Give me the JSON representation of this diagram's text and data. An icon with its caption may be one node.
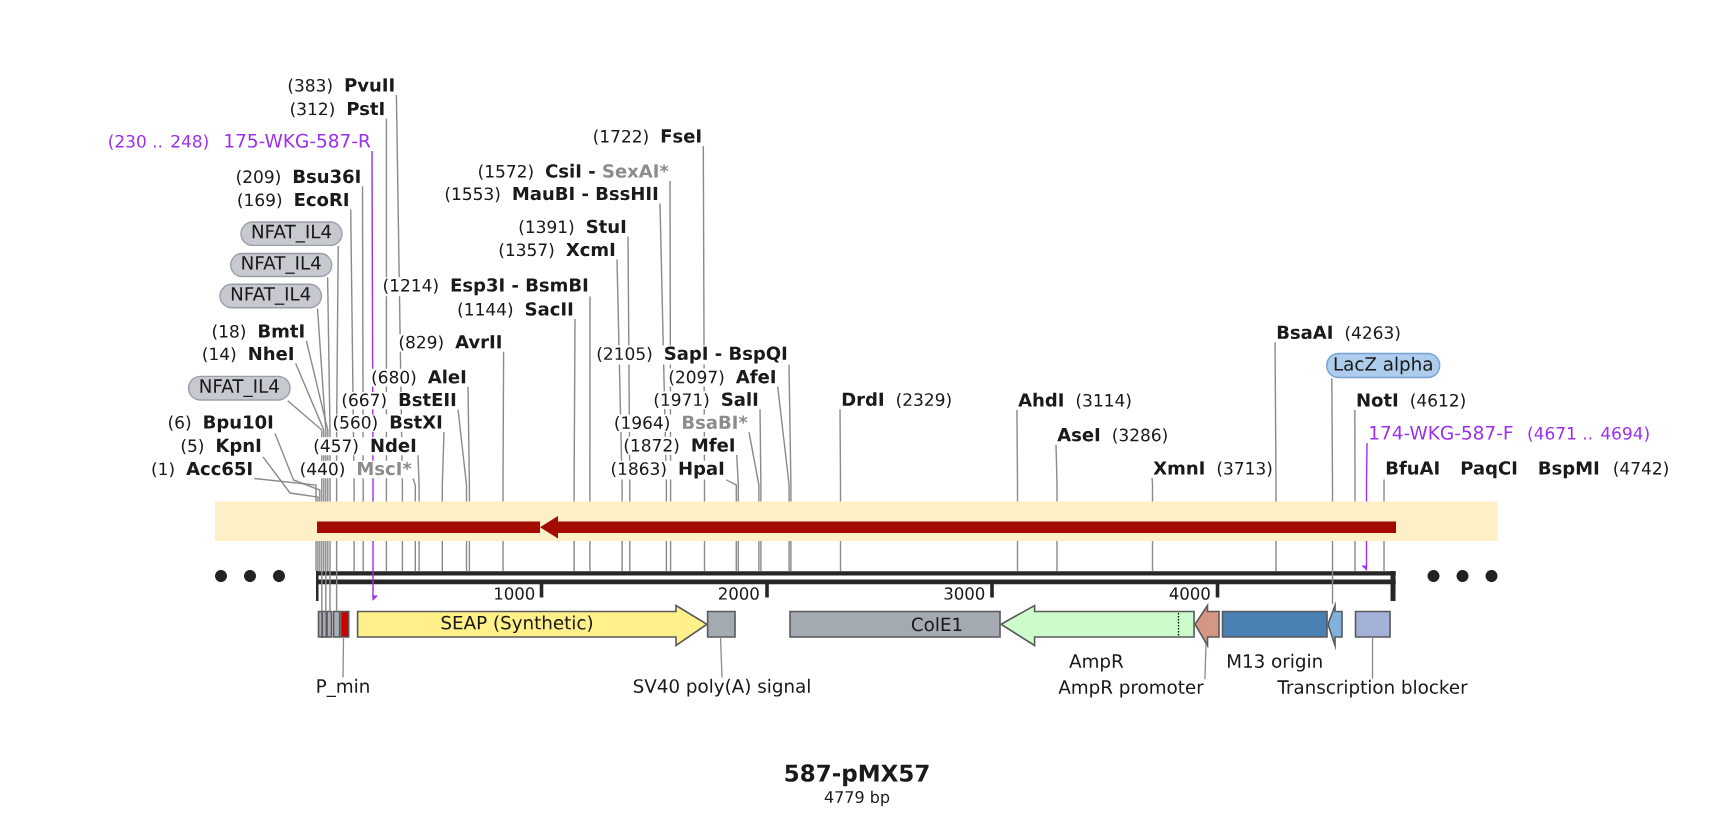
{
  "diagram": {
    "title": "587-pMX57",
    "nodes": [
      {
        "text": [
          "(383)",
          "PvuII"
        ]
      },
      {
        "text": [
          "(312)",
          "PstI"
        ]
      },
      {
        "text": [
          "(1722)",
          "FseI"
        ]
      },
      {
        "text": [
          "(230 .. 248)",
          "175-WKG-587-R"
        ]
      },
      {
        "text": [
          "(1572)",
          "CsiI",
          "-",
          "SexAI*"
        ]
      },
      {
        "text": [
          "(209)",
          "Bsu36I"
        ]
      },
      {
        "text": [
          "(1553)",
          "MauBI - BssHII"
        ]
      },
      {
        "text": [
          "(169)",
          "EcoRI"
        ]
      },
      {
        "text": [
          "(1391)",
          "StuI"
        ]
      },
      {
        "text": [
          "NFAT_IL4"
        ]
      },
      {
        "text": [
          "(1357)",
          "XcmI"
        ]
      },
      {
        "text": [
          "NFAT_IL4"
        ]
      },
      {
        "text": [
          "(1214)",
          "Esp3I - BsmBI"
        ]
      },
      {
        "text": [
          "NFAT_IL4"
        ]
      },
      {
        "text": [
          "(1144)",
          "SacII"
        ]
      },
      {
        "text": [
          "BsaAI",
          "(4263)"
        ]
      },
      {
        "text": [
          "(18)",
          "BmtI"
        ]
      },
      {
        "text": [
          "(829)",
          "AvrII"
        ]
      },
      {
        "text": [
          "(14)",
          "NheI"
        ]
      },
      {
        "text": [
          "(2105)",
          "SapI - BspQI"
        ]
      },
      {
        "text": [
          "LacZ alpha"
        ]
      },
      {
        "text": [
          "(680)",
          "AleI"
        ]
      },
      {
        "text": [
          "(2097)",
          "AfeI"
        ]
      },
      {
        "text": [
          "NFAT_IL4"
        ]
      },
      {
        "text": [
          "(667)",
          "BstEII"
        ]
      },
      {
        "text": [
          "(1971)",
          "SalI"
        ]
      },
      {
        "text": [
          "DrdI",
          "(2329)"
        ]
      },
      {
        "text": [
          "AhdI",
          "(3114)"
        ]
      },
      {
        "text": [
          "NotI",
          "(4612)"
        ]
      },
      {
        "text": [
          "(6)",
          "Bpu10I"
        ]
      },
      {
        "text": [
          "(560)",
          "BstXI"
        ]
      },
      {
        "text": [
          "(1964)",
          "BsaBI*"
        ]
      },
      {
        "text": [
          "AseI",
          "(3286)"
        ]
      },
      {
        "text": [
          "174-WKG-587-F",
          "(4671 .. 4694)"
        ]
      },
      {
        "text": [
          "(5)",
          "KpnI"
        ]
      },
      {
        "text": [
          "(457)",
          "NdeI"
        ]
      },
      {
        "text": [
          "(1872)",
          "MfeI"
        ]
      },
      {
        "text": [
          "(1)",
          "Acc65I"
        ]
      },
      {
        "text": [
          "(440)",
          "MscI*"
        ]
      },
      {
        "text": [
          "(1863)",
          "HpaI"
        ]
      },
      {
        "text": [
          "XmnI",
          "(3713)"
        ]
      },
      {
        "text": [
          "BfuAI",
          "PaqCI",
          "BspMI",
          "(4742)"
        ]
      },
      {
        "text": [],
        "shape": "bar"
      },
      {
        "text": [],
        "shape": "box"
      },
      {
        "text": [],
        "shape": "box"
      },
      {
        "text": [],
        "shape": "box"
      },
      {
        "text": [],
        "shape": "box"
      },
      {
        "text": [],
        "shape": "box"
      },
      {
        "text": [
          "SEAP (Synthetic)"
        ]
      },
      {
        "text": [],
        "shape": "box"
      },
      {
        "text": [
          "ColE1"
        ]
      },
      {
        "text": [
          "AmpR"
        ]
      },
      {
        "text": [],
        "shape": "arrow"
      },
      {
        "text": [
          "M13 origin"
        ]
      },
      {
        "text": [],
        "shape": "arrow"
      },
      {
        "text": [],
        "shape": "box"
      },
      {
        "text": [
          "P_min"
        ]
      },
      {
        "text": [
          "SV40 poly(A) signal"
        ]
      },
      {
        "text": [
          "AmpR promoter"
        ]
      },
      {
        "text": [
          "Transcription blocker"
        ]
      }
    ],
    "edges": [
      {
        "from": 0,
        "to": 42,
        "arrow": "none"
      },
      {
        "from": 1,
        "to": 42,
        "arrow": "none"
      },
      {
        "from": 2,
        "to": 42,
        "arrow": "none"
      },
      {
        "from": 3,
        "to": 42,
        "arrow": "to",
        "color": "#9b30f0"
      },
      {
        "from": 4,
        "to": 42,
        "arrow": "none"
      },
      {
        "from": 5,
        "to": 42,
        "arrow": "none"
      },
      {
        "from": 6,
        "to": 42,
        "arrow": "none"
      },
      {
        "from": 7,
        "to": 42,
        "arrow": "none"
      },
      {
        "from": 8,
        "to": 42,
        "arrow": "none"
      },
      {
        "from": 9,
        "to": 46,
        "arrow": "none"
      },
      {
        "from": 10,
        "to": 42,
        "arrow": "none"
      },
      {
        "from": 11,
        "to": 45,
        "arrow": "none"
      },
      {
        "from": 12,
        "to": 42,
        "arrow": "none"
      },
      {
        "from": 13,
        "to": 44,
        "arrow": "none"
      },
      {
        "from": 14,
        "to": 42,
        "arrow": "none"
      },
      {
        "from": 15,
        "to": 42,
        "arrow": "none"
      },
      {
        "from": 16,
        "to": 42,
        "arrow": "none"
      },
      {
        "from": 17,
        "to": 42,
        "arrow": "none"
      },
      {
        "from": 18,
        "to": 42,
        "arrow": "none"
      },
      {
        "from": 19,
        "to": 42,
        "arrow": "none"
      },
      {
        "from": 20,
        "to": 54,
        "arrow": "none"
      },
      {
        "from": 21,
        "to": 42,
        "arrow": "none"
      },
      {
        "from": 22,
        "to": 42,
        "arrow": "none"
      },
      {
        "from": 23,
        "to": 43,
        "arrow": "none"
      },
      {
        "from": 24,
        "to": 42,
        "arrow": "none"
      },
      {
        "from": 25,
        "to": 42,
        "arrow": "none"
      },
      {
        "from": 26,
        "to": 42,
        "arrow": "none"
      },
      {
        "from": 27,
        "to": 42,
        "arrow": "none"
      },
      {
        "from": 28,
        "to": 42,
        "arrow": "none"
      },
      {
        "from": 29,
        "to": 42,
        "arrow": "none"
      },
      {
        "from": 30,
        "to": 42,
        "arrow": "none"
      },
      {
        "from": 31,
        "to": 42,
        "arrow": "none"
      },
      {
        "from": 32,
        "to": 42,
        "arrow": "none"
      },
      {
        "from": 33,
        "to": 42,
        "arrow": "to",
        "color": "#9b30f0"
      },
      {
        "from": 34,
        "to": 42,
        "arrow": "none"
      },
      {
        "from": 35,
        "to": 42,
        "arrow": "none"
      },
      {
        "from": 36,
        "to": 42,
        "arrow": "none"
      },
      {
        "from": 37,
        "to": 42,
        "arrow": "none"
      },
      {
        "from": 38,
        "to": 42,
        "arrow": "none"
      },
      {
        "from": 39,
        "to": 42,
        "arrow": "none"
      },
      {
        "from": 40,
        "to": 42,
        "arrow": "none"
      },
      {
        "from": 41,
        "to": 42,
        "arrow": "none"
      },
      {
        "from": 56,
        "to": 47,
        "arrow": "none"
      },
      {
        "from": 57,
        "to": 49,
        "arrow": "none"
      },
      {
        "from": 58,
        "to": 52,
        "arrow": "none"
      },
      {
        "from": 59,
        "to": 55,
        "arrow": "none"
      }
    ],
    "labels": [
      "1000",
      "2000",
      "3000",
      "4000",
      "4779 bp"
    ]
  }
}
